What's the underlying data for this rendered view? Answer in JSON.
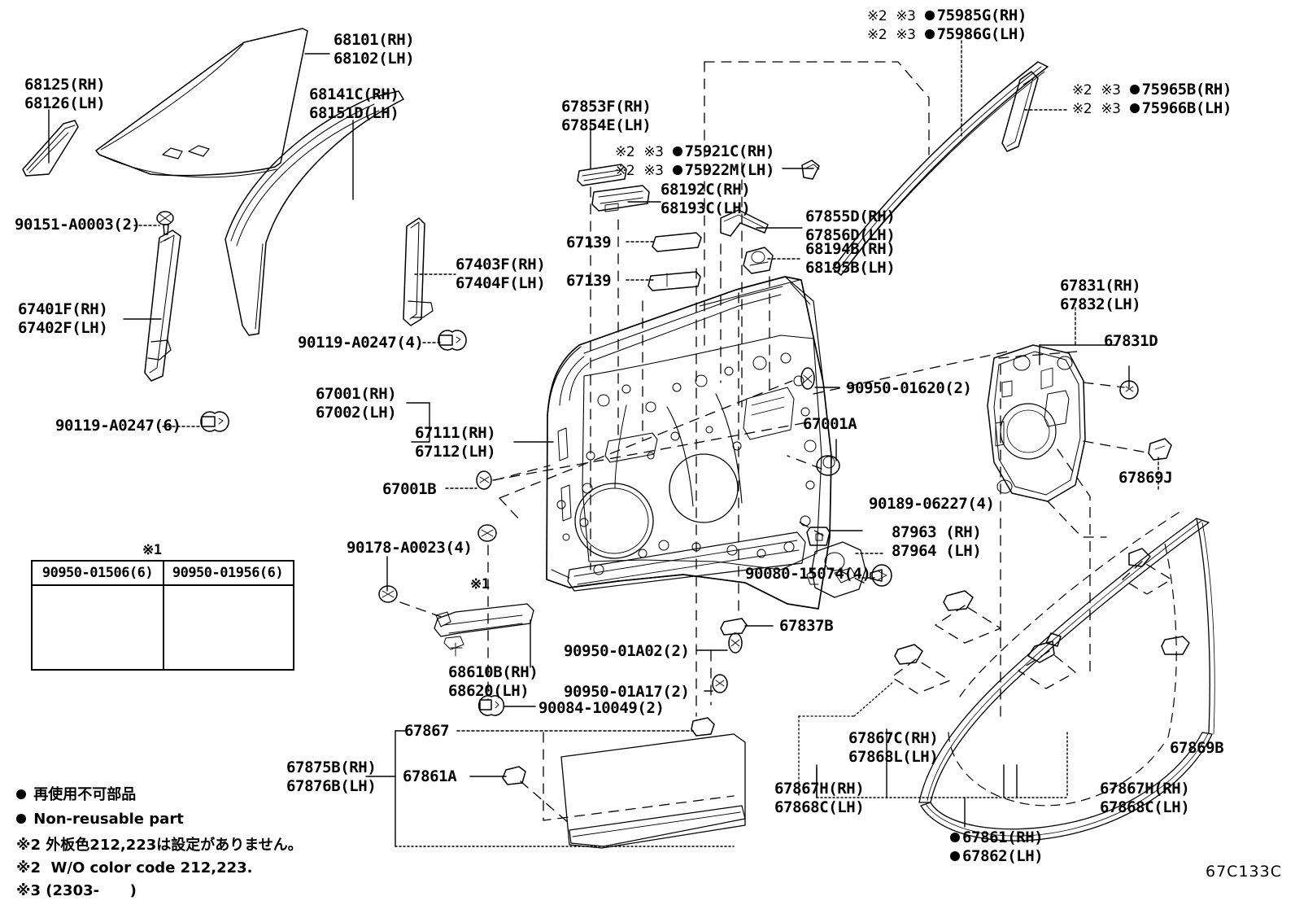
{
  "diagram": {
    "code": "67C133C",
    "markers": {
      "nonreusable_dot": "●",
      "star1": "※1",
      "star2": "※2",
      "star3": "※3"
    }
  },
  "labels": {
    "glass_front": "68101(RH)\n68102(LH)",
    "quarter_glass": "68125(RH)\n68126(LH)",
    "glass_run_outer": "68141C(RH)\n68151D(LH)",
    "screw_90151": "90151-A0003(2)",
    "division_bar": "67401F(RH)\n67402F(LH)",
    "bolt_90119_6": "90119-A0247(6)",
    "bolt_90119_4": "90119-A0247(4)",
    "rear_channel": "67403F(RH)\n67404F(LH)",
    "door_sub_assy": "67001(RH)\n67002(LH)",
    "door_panel": "67111(RH)\n67112(LH)",
    "plug_67001B": "67001B",
    "clip_90178": "90178-A0023(4)",
    "bracket_67853F": "67853F(RH)\n67854E(LH)",
    "cover_75921C": "75921C(RH)",
    "cover_75922M": "75922M(LH)",
    "garnish_68192C": "68192C(RH)\n68193C(LH)",
    "plug_67139_a": "67139",
    "plug_67139_b": "67139",
    "bracket_67855D": "67855D(RH)\n67856D(LH)",
    "retainer_68194B": "68194B(RH)\n68195B(LH)",
    "belt_moulding_75985G": "75985G(RH)",
    "belt_moulding_75986G": "75986G(LH)",
    "moulding_75965B": "75965B(RH)",
    "moulding_75966B": "75966B(LH)",
    "regulator_67831": "67831(RH)\n67832(LH)",
    "nut_67831D": "67831D",
    "clip_67869J": "67869J",
    "clip_90950_01620": "90950-01620(2)",
    "plug_67001A": "67001A",
    "screw_90189": "90189-06227(4)",
    "door_lock_87963": "87963 (RH)\n87964 (LH)",
    "screw_90080": "90080-15074(4)",
    "clip_67837B": "67837B",
    "hinge_68610B": "68610B(RH)\n68620(LH)",
    "plug_90950_01A02": "90950-01A02(2)",
    "plug_90950_01A17": "90950-01A17(2)",
    "bolt_90084": "90084-10049(2)",
    "clip_67867": "67867",
    "belt_moulding_67875B": "67875B(RH)\n67876B(LH)",
    "clip_67861A": "67861A",
    "weatherstrip_67861": "67861(RH)",
    "weatherstrip_67862": "67862(LH)",
    "clip_67867C": "67867C(RH)\n67868L(LH)",
    "clip_67867H_left": "67867H(RH)\n67868C(LH)",
    "clip_67867H_right": "67867H(RH)\n67868C(LH)",
    "clip_67869B": "67869B"
  },
  "legend": {
    "title": "※1",
    "cells": [
      {
        "part": "90950-01506(6)",
        "icon": "flat-grommet-icon"
      },
      {
        "part": "90950-01956(6)",
        "icon": "tall-grommet-icon"
      }
    ]
  },
  "footnotes": [
    {
      "marker": "●",
      "text": "再使用不可部品"
    },
    {
      "marker": "●",
      "text": "Non-reusable part"
    },
    {
      "marker": "",
      "text": "※2 外板色212,223は設定がありません。"
    },
    {
      "marker": "",
      "text": "※2  W/O color code 212,223."
    },
    {
      "marker": "",
      "text": "※3 (2303-      )"
    }
  ],
  "colors": {
    "line": "#000000",
    "background": "#ffffff"
  }
}
